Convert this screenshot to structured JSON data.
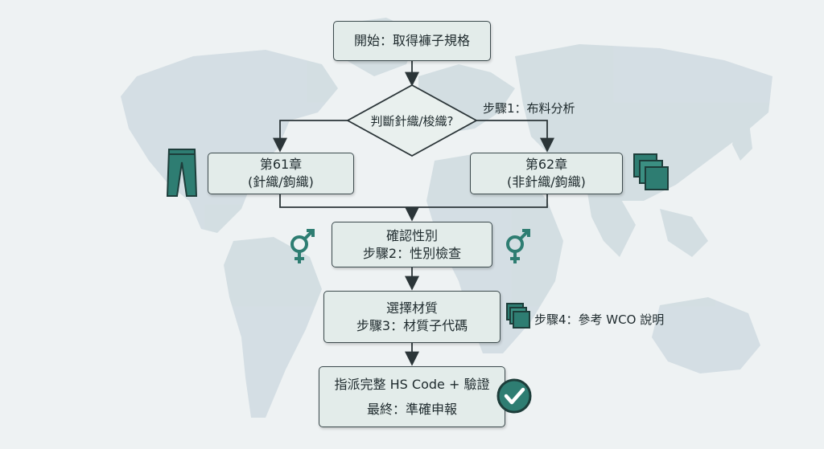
{
  "start": {
    "text": "開始：取得褲子規格"
  },
  "decision": {
    "text": "判斷針織/梭織?"
  },
  "step1": {
    "text": "步驟1：布料分析"
  },
  "chapter61": {
    "line1": "第61章",
    "line2": "(針織/鉤織)"
  },
  "chapter62": {
    "line1": "第62章",
    "line2": "(非針織/鉤織)"
  },
  "gender": {
    "line1": "確認性別",
    "line2": "步驟2：性別檢查"
  },
  "material": {
    "line1": "選擇材質",
    "line2": "步驟3：材質子代碼"
  },
  "step4": {
    "text": "步驟4：參考 WCO 說明"
  },
  "final": {
    "line1": "指派完整 HS Code + 驗證",
    "line2": "最終：準確申報"
  },
  "icons": [
    "pants-icon",
    "fabric-swatch-icon",
    "gender-icon",
    "document-stack-icon",
    "checkmark-icon"
  ],
  "colors": {
    "teal": "#2e7d72",
    "dark_teal": "#1f5c55",
    "box_fill": "#e3ecea",
    "map": "#c9d6db"
  }
}
